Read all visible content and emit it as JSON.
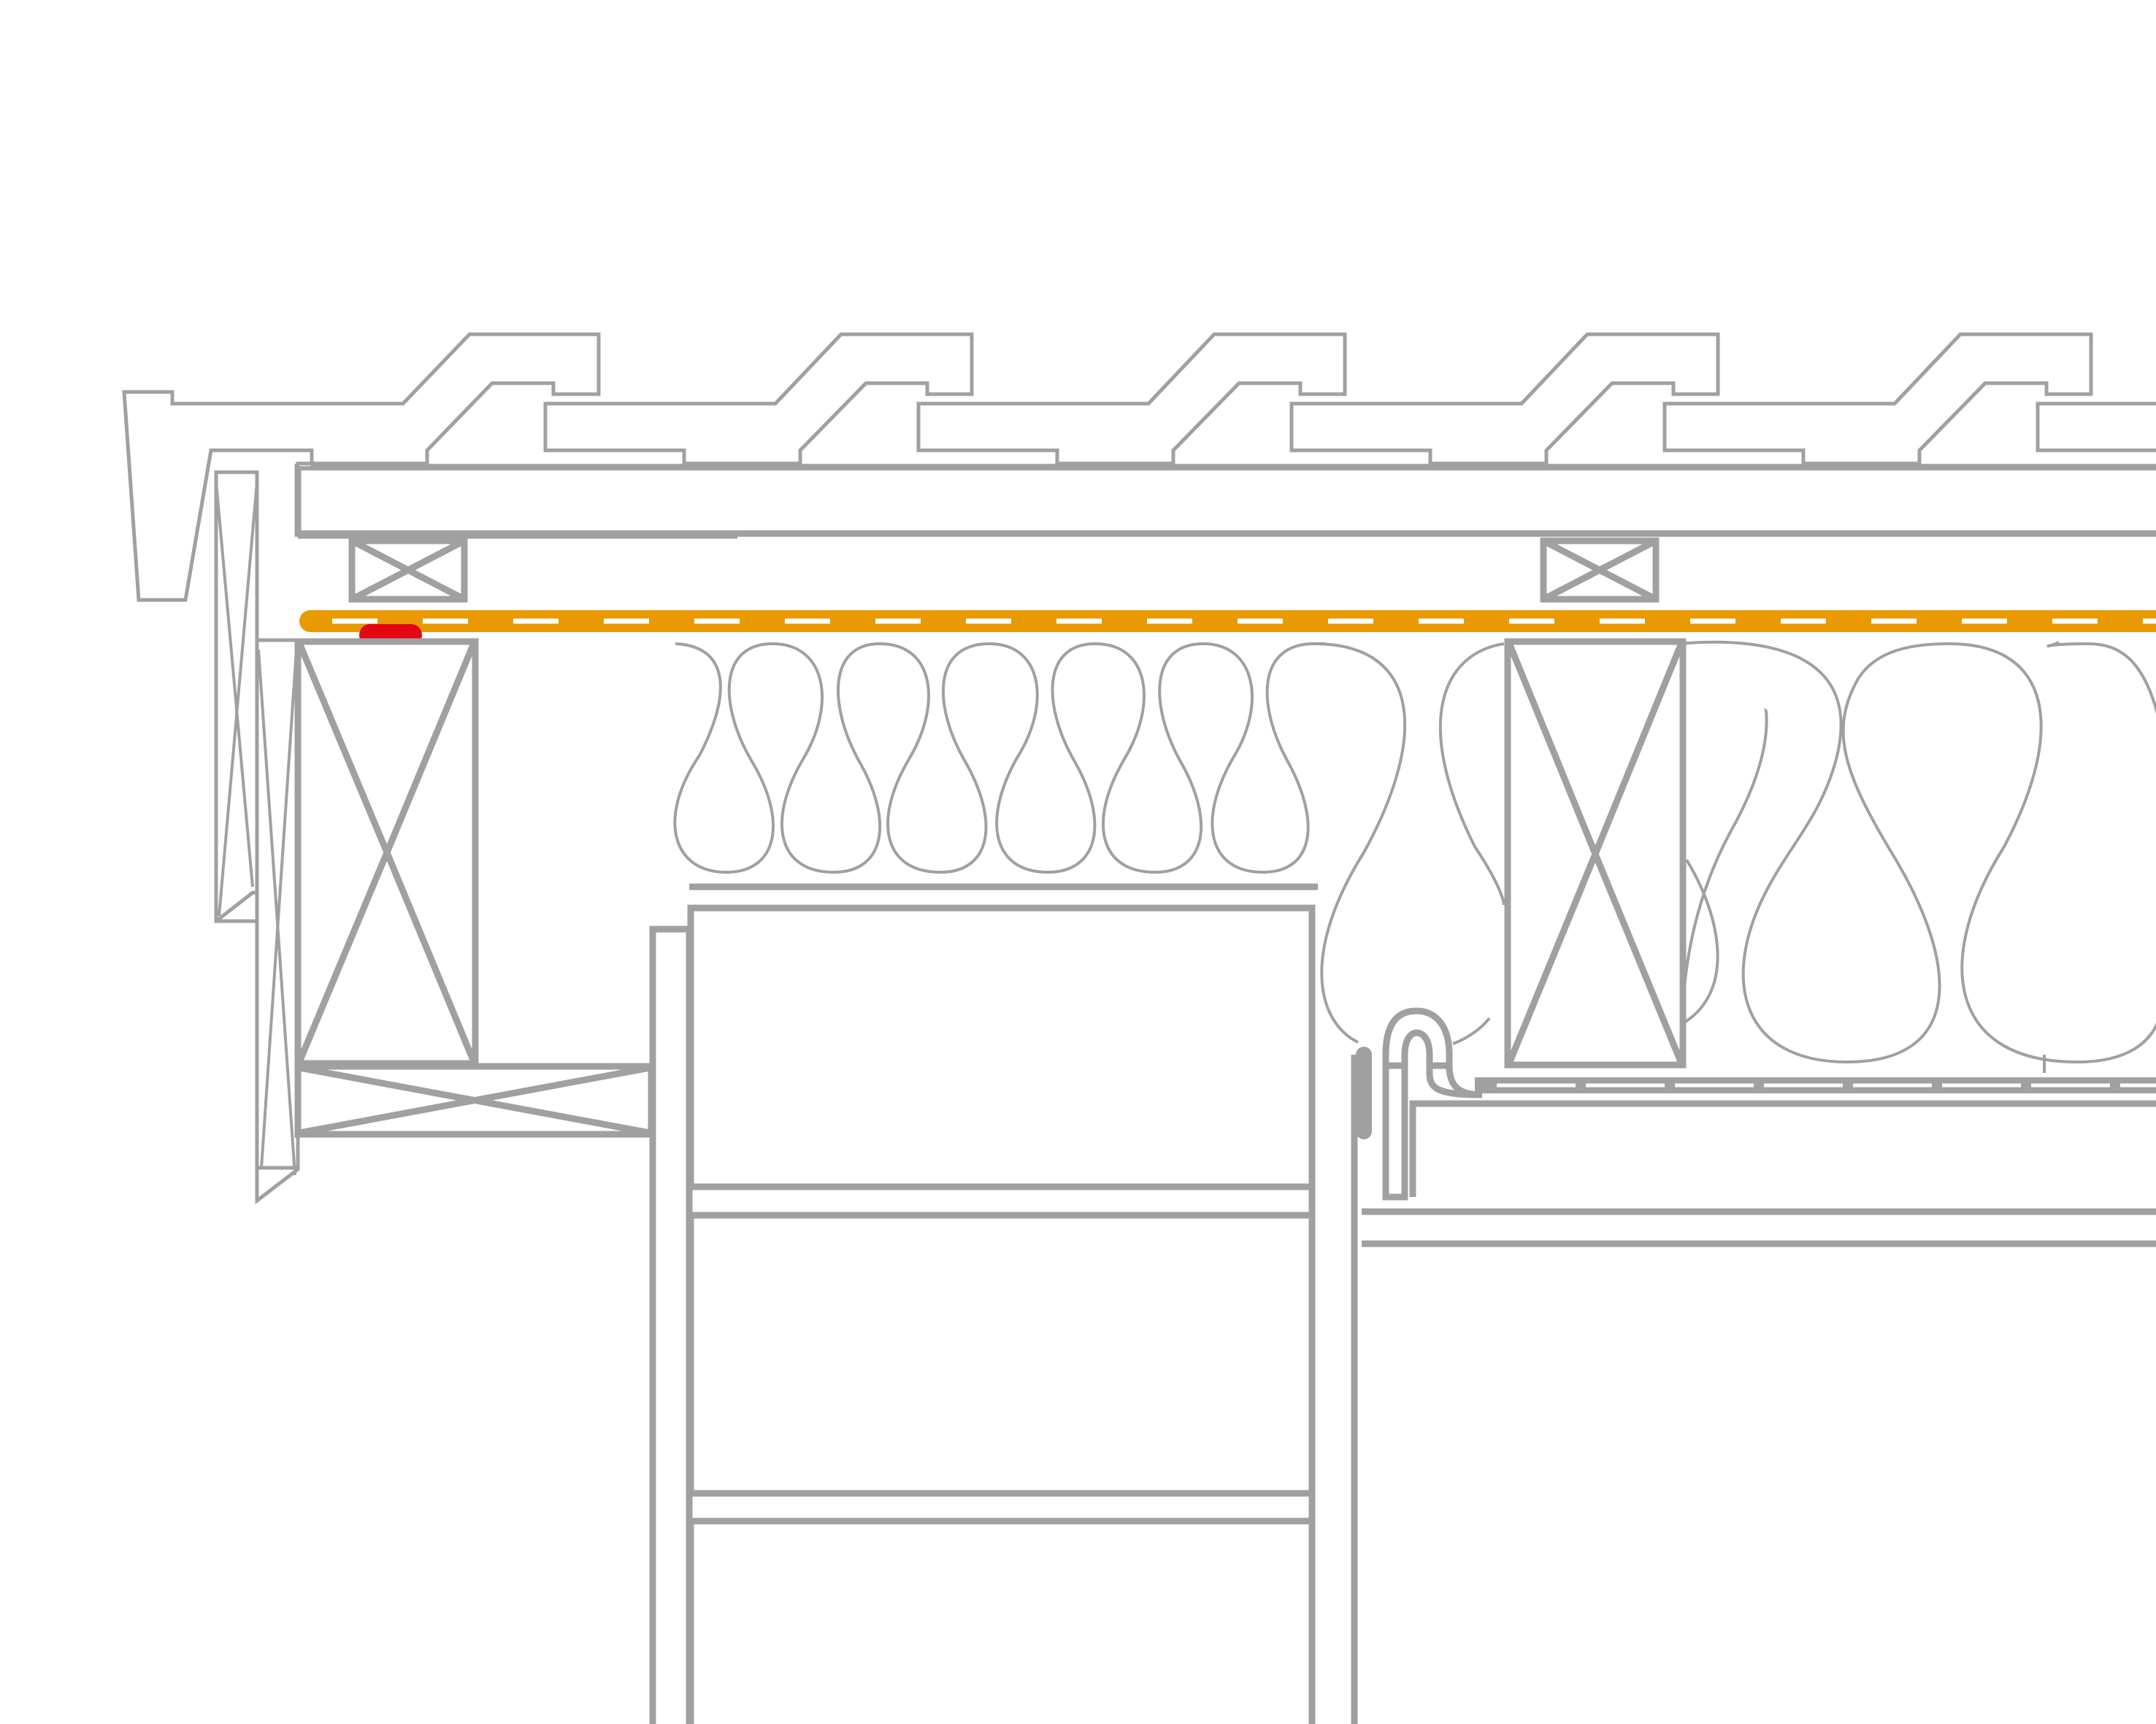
{
  "diagram": {
    "type": "construction cross-section detail (roof eaves / rafter insulation)",
    "colors": {
      "line": "#a0a0a2",
      "membrane": "#e89a00",
      "sealant": "#e30613",
      "background": "#ffffff"
    },
    "components": [
      "roof-tiles",
      "tile-battens",
      "roof-board",
      "counter-battens",
      "vapour-membrane",
      "sealing-strip",
      "rafters",
      "insulation",
      "fascia-boards",
      "window-frame",
      "interior-lining",
      "vapour-control-layer"
    ]
  }
}
